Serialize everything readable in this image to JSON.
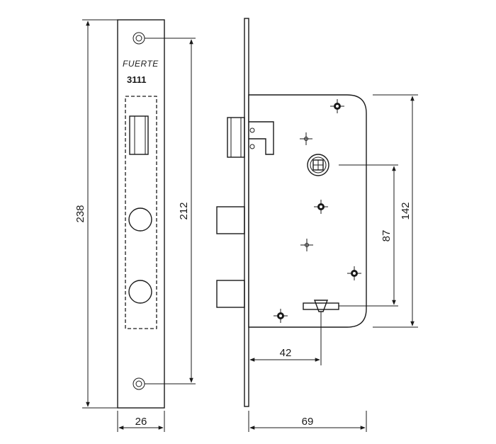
{
  "faceplate": {
    "brand": "FUERTE",
    "model": "3111"
  },
  "dimensions": {
    "faceplate_height": "238",
    "screw_spacing": "212",
    "faceplate_width": "26",
    "backset": "42",
    "case_depth": "69",
    "case_height": "142",
    "handle_to_key_distance": "87"
  },
  "colors": {
    "line": "#1a1a1a",
    "background": "#ffffff"
  }
}
